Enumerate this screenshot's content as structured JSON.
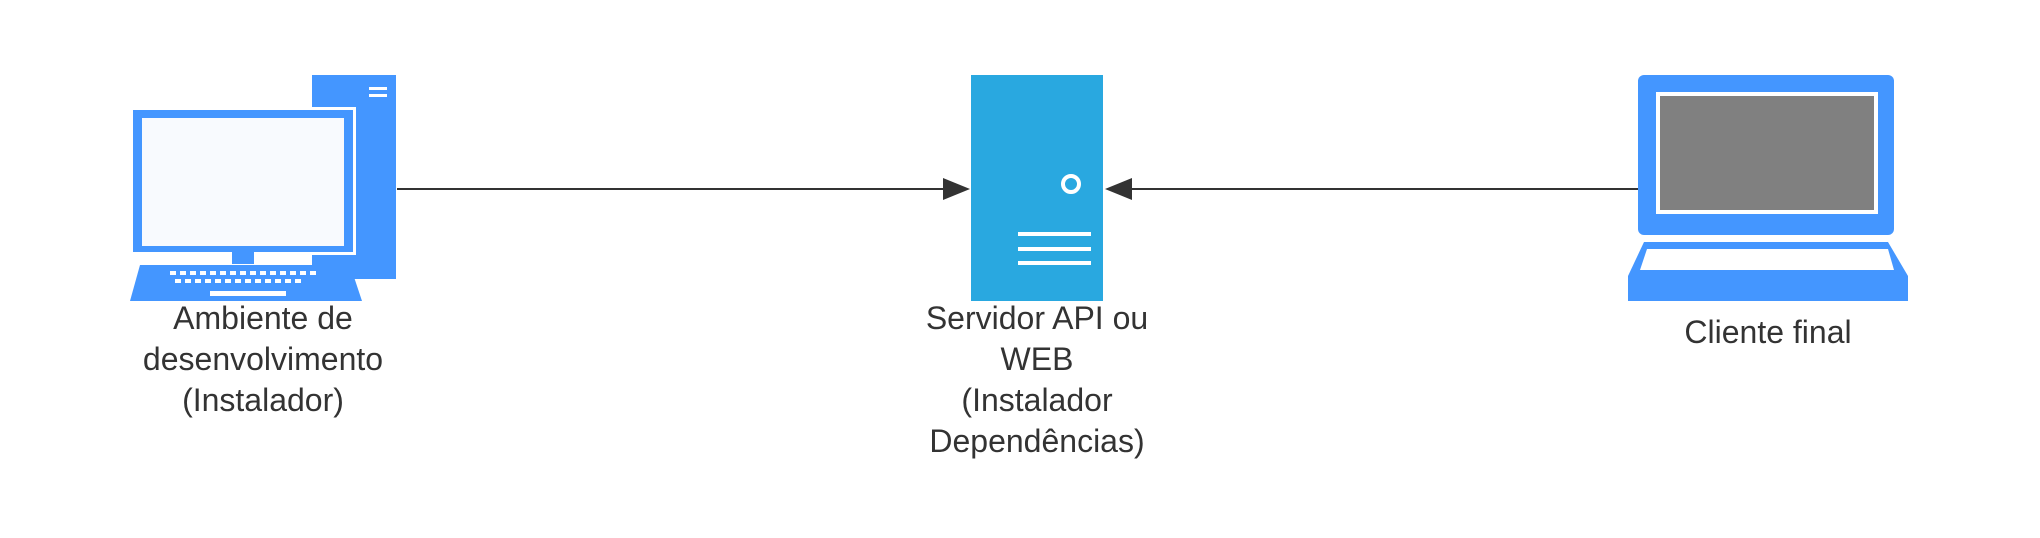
{
  "nodes": {
    "dev": {
      "label_lines": [
        "Ambiente de",
        "desenvolvimento",
        "(Instalador)"
      ],
      "icon": "desktop-computer-icon"
    },
    "server": {
      "label_lines": [
        "Servidor API ou",
        "WEB",
        "(Instalador",
        "Dependências)"
      ],
      "icon": "server-tower-icon"
    },
    "client": {
      "label_lines": [
        "Cliente final"
      ],
      "icon": "laptop-icon"
    }
  },
  "edges": [
    {
      "from": "dev",
      "to": "server"
    },
    {
      "from": "client",
      "to": "server"
    }
  ],
  "colors": {
    "desktop_blue": "#4496FF",
    "desktop_screen": "#F8FAFE",
    "server_blue": "#29A8E0",
    "laptop_screen": "#808080",
    "arrow": "#333333",
    "text": "#333333"
  }
}
